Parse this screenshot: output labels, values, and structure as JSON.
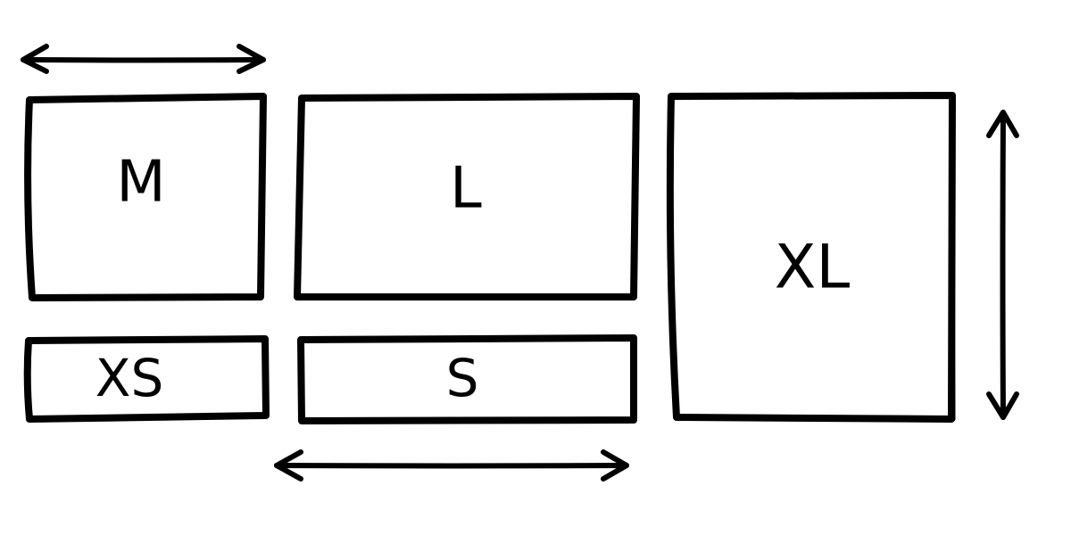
{
  "boxes": {
    "m": {
      "label": "M"
    },
    "l": {
      "label": "L"
    },
    "xl": {
      "label": "XL"
    },
    "xs": {
      "label": "XS"
    },
    "s": {
      "label": "S"
    }
  },
  "colors": {
    "stroke": "#000000",
    "background": "#ffffff"
  },
  "icons": {
    "width_arrow_top": "double-arrow-horizontal-icon",
    "width_arrow_bottom": "double-arrow-horizontal-icon",
    "height_arrow_right": "double-arrow-vertical-icon"
  }
}
